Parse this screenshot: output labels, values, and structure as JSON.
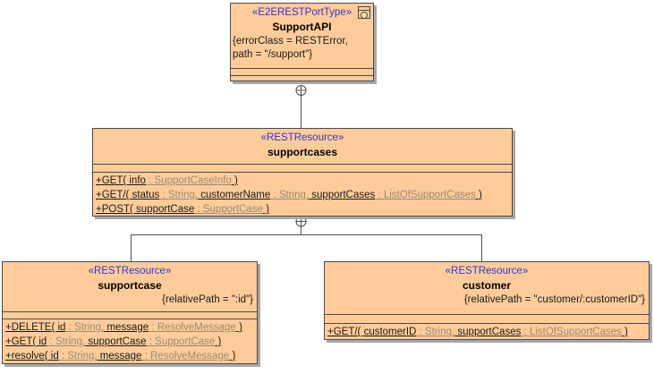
{
  "colors": {
    "node_fill": "#ffcc99",
    "node_border": "#4a4a4a",
    "shadow": "#a8a8a8",
    "stereotype_text": "#3333cc",
    "operation_text": "#1a1a1a",
    "type_text": "#9a8a73",
    "connector": "#4d4d4d"
  },
  "nodes": {
    "supportapi": {
      "stereotype": "«E2ERESTPortType»",
      "name": "SupportAPI",
      "constraint_line1": "{errorClass = RESTError,",
      "constraint_line2": "path = \"/support\"}",
      "icon": "porttype-icon"
    },
    "supportcases": {
      "stereotype": "«RESTResource»",
      "name": "supportcases",
      "operations": [
        [
          {
            "text": "+GET( info",
            "k": "n"
          },
          {
            "text": " : SupportCaseInfo",
            "k": "t"
          },
          {
            "text": " )",
            "k": "n"
          }
        ],
        [
          {
            "text": "+GET/( status",
            "k": "n"
          },
          {
            "text": " : String,",
            "k": "t"
          },
          {
            "text": " customerName",
            "k": "n"
          },
          {
            "text": " : String,",
            "k": "t"
          },
          {
            "text": " supportCases",
            "k": "n"
          },
          {
            "text": " : ListOfSupportCases",
            "k": "t"
          },
          {
            "text": " )",
            "k": "n"
          }
        ],
        [
          {
            "text": "+POST( supportCase",
            "k": "n"
          },
          {
            "text": " : SupportCase",
            "k": "t"
          },
          {
            "text": " )",
            "k": "n"
          }
        ]
      ]
    },
    "supportcase": {
      "stereotype": "«RESTResource»",
      "name": "supportcase",
      "constraint": "{relativePath = \":id\"}",
      "operations": [
        [
          {
            "text": "+DELETE( id",
            "k": "n"
          },
          {
            "text": " : String,",
            "k": "t"
          },
          {
            "text": " message",
            "k": "n"
          },
          {
            "text": " : ResolveMessage",
            "k": "t"
          },
          {
            "text": " )",
            "k": "n"
          }
        ],
        [
          {
            "text": "+GET( id",
            "k": "n"
          },
          {
            "text": " : String,",
            "k": "t"
          },
          {
            "text": " supportCase",
            "k": "n"
          },
          {
            "text": " : SupportCase",
            "k": "t"
          },
          {
            "text": " )",
            "k": "n"
          }
        ],
        [
          {
            "text": "+resolve( id",
            "k": "n"
          },
          {
            "text": " : String,",
            "k": "t"
          },
          {
            "text": " message",
            "k": "n"
          },
          {
            "text": " : ResolveMessage",
            "k": "t"
          },
          {
            "text": " )",
            "k": "n"
          }
        ]
      ]
    },
    "customer": {
      "stereotype": "«RESTResource»",
      "name": "customer",
      "constraint": "{relativePath = \"customer/:customerID\"}",
      "operations": [
        [
          {
            "text": "+GET/( customerID",
            "k": "n"
          },
          {
            "text": " : String,",
            "k": "t"
          },
          {
            "text": " supportCases",
            "k": "n"
          },
          {
            "text": " : ListOfSupportCases",
            "k": "t"
          },
          {
            "text": " )",
            "k": "n"
          }
        ]
      ]
    }
  }
}
